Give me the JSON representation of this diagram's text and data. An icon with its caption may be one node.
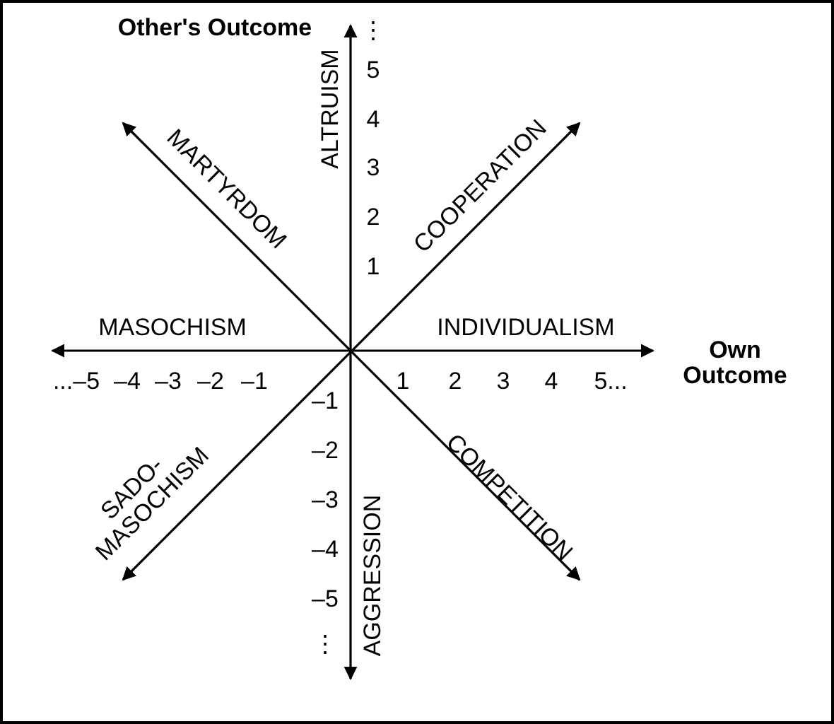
{
  "diagram": {
    "labels": [
      "Other's Outcome",
      "⋮",
      "ALTRUISM",
      "5",
      "MARTYRDOM",
      "4",
      "COOPERATION",
      "3",
      "2",
      "1",
      "MASOCHISM",
      "INDIVIDUALISM",
      "Own Outcome",
      "...–5",
      "–4",
      "–3",
      "–2",
      "–1",
      "1",
      "2",
      "3",
      "4",
      "5...",
      "–1",
      "SADO- MASOCHISM",
      "COMPETITION",
      "–2",
      "AGGRESSION",
      "–3",
      "–4",
      "–5",
      "⋮"
    ]
  }
}
